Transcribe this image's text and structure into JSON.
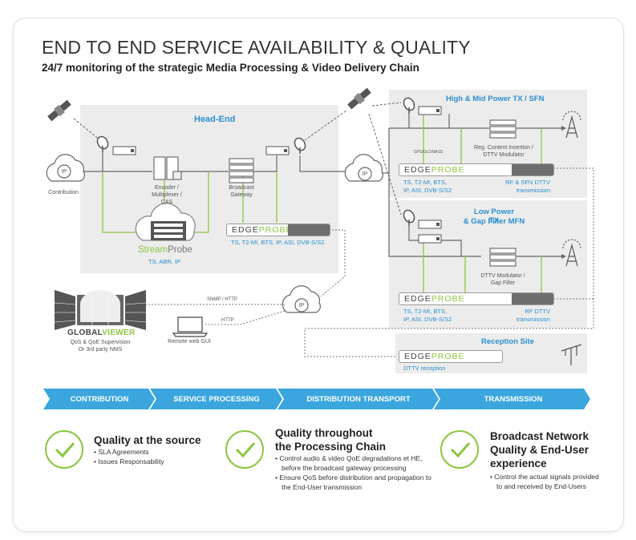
{
  "header": {
    "title": "END TO END SERVICE AVAILABILITY & QUALITY",
    "subtitle": "24/7 monitoring of the strategic Media Processing & Video Delivery Chain"
  },
  "diagram": {
    "headend_label": "Head-End",
    "contribution_label": "Contribution",
    "ip_label": "IP",
    "encoder_label": "Encoder / Multiplexer / CAS",
    "gateway_label": "Broadcast Gateway",
    "streamprobe_name_a": "Stream",
    "streamprobe_name_b": "Probe",
    "streamprobe_protocols": "TS, ABR, IP",
    "edgeprobe_a": "EDGE",
    "edgeprobe_b": "PROBE",
    "headend_protocols": "TS, T2-MI, BTS, IP, ASI, DVB-S/S2",
    "high_power_title": "High & Mid Power TX / SFN",
    "gps_label": "GPS/GLONASS",
    "reg_content_label": "Reg. Content Insertion / DTTV Modulator",
    "high_protocols_1": "TS, T2-MI, BTS,",
    "high_protocols_2": "IP, ASI, DVB-S/S2",
    "high_rf_1": "RF & SFN DTTV",
    "high_rf_2": "transmission",
    "low_power_title_1": "Low Power TX",
    "low_power_title_2": "& Gap Filler MFN",
    "dttv_mod_label": "DTTV Modulator / Gap Filler",
    "low_protocols_1": "TS, T2-MI, BTS,",
    "low_protocols_2": "IP, ASI, DVB-S/S2",
    "low_rf_1": "RF DTTV",
    "low_rf_2": "transmission",
    "reception_title": "Reception Site",
    "reception_caption": "DTTV reception",
    "snmp_label": "SNMP / HTTP",
    "http_label": "HTTP",
    "remote_gui_label": "Remote web GUI",
    "globalviewer_a": "GLOBAL",
    "globalviewer_b": "VIEWER",
    "globalviewer_desc_1": "QoS & QoE Supervision",
    "globalviewer_desc_2": "Or 3rd party NMS"
  },
  "stages": [
    "CONTRIBUTION",
    "SERVICE PROCESSING",
    "DISTRIBUTION TRANSPORT",
    "TRANSMISSION"
  ],
  "qualities": [
    {
      "title_1": "Quality at the source",
      "title_2": "",
      "title_3": "",
      "bullets": [
        "SLA Agreements",
        "Issues Responsability"
      ]
    },
    {
      "title_1": "Quality throughout",
      "title_2": "the Processing Chain",
      "title_3": "",
      "bullets": [
        "Control audio & video QoE degradations et HE, before the broadcast gateway processing",
        "Ensure QoS before distribution and propagation to the End-User transmission"
      ]
    },
    {
      "title_1": "Broadcast Network",
      "title_2": "Quality & End-User",
      "title_3": "experience",
      "bullets": [
        "Control the actual signals provided to and received by End-Users"
      ]
    }
  ],
  "colors": {
    "accent_green": "#8cc63f",
    "accent_blue": "#2a8fd0",
    "chevron_blue": "#3aa6dd",
    "panel_grey": "#ececec"
  }
}
